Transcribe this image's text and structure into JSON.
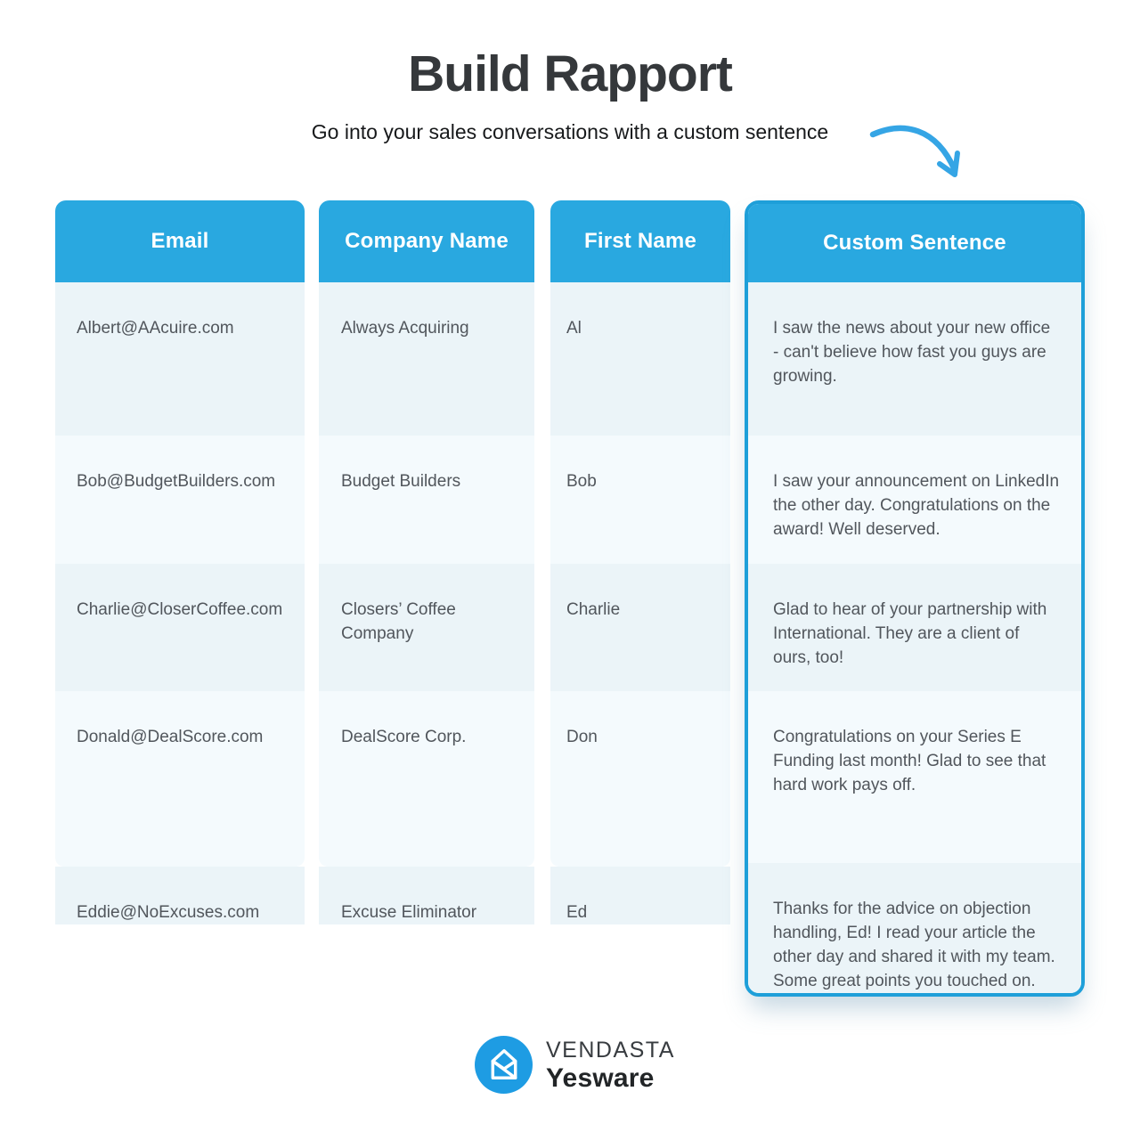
{
  "page": {
    "title": "Build Rapport",
    "subtitle": "Go into your sales conversations with a custom sentence"
  },
  "colors": {
    "header_blue": "#29A8E0",
    "panel_border_blue": "#1E9FD9",
    "row_light": "#F4FAFD",
    "row_dark": "#EBF4F8",
    "arrow_blue": "#35A5E5",
    "logo_circle_blue": "#1E9CE3",
    "cell_text": "#51565C"
  },
  "table": {
    "columns": [
      {
        "id": "email",
        "label": "Email"
      },
      {
        "id": "company",
        "label": "Company Name"
      },
      {
        "id": "first_name",
        "label": "First Name"
      },
      {
        "id": "custom_sentence",
        "label": "Custom Sentence"
      }
    ],
    "rows": [
      {
        "email": "Albert@AAcuire.com",
        "company": "Always Acquiring",
        "first_name": "Al",
        "custom_sentence": "I saw the news about your new office - can't believe how fast you guys are growing."
      },
      {
        "email": "Bob@BudgetBuilders.com",
        "company": "Budget Builders",
        "first_name": "Bob",
        "custom_sentence": "I saw your announcement on LinkedIn the other day. Congratulations on the award! Well deserved."
      },
      {
        "email": "Charlie@CloserCoffee.com",
        "company": "Closers’ Coffee Company",
        "first_name": "Charlie",
        "custom_sentence": "Glad to hear of your partnership with International. They are a client of ours, too!"
      },
      {
        "email": "Donald@DealScore.com",
        "company": "DealScore Corp.",
        "first_name": "Don",
        "custom_sentence": "Congratulations on your Series E Funding last month! Glad to see that hard work pays off."
      },
      {
        "email": "Eddie@NoExcuses.com",
        "company": "Excuse Eliminator",
        "first_name": "Ed",
        "custom_sentence": "Thanks for the advice on objection handling, Ed! I read your article the other day and shared it with my team. Some great points you touched on."
      }
    ]
  },
  "footer": {
    "brand_line1": "VENDASTA",
    "brand_line2": "Yesware",
    "icon": "open-envelope-icon"
  }
}
